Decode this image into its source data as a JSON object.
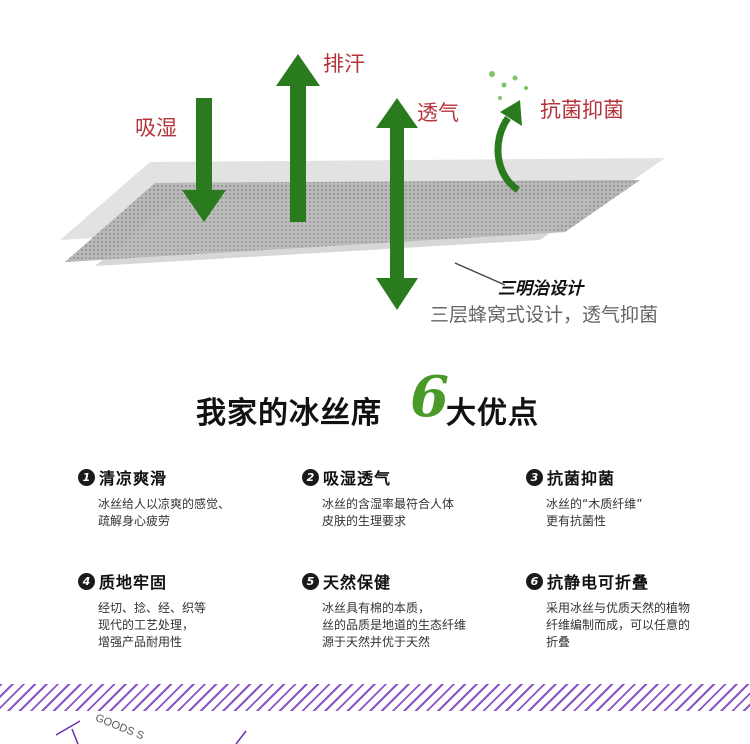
{
  "diagram": {
    "label_absorb": "吸湿",
    "label_sweat": "排汗",
    "label_breathe": "透气",
    "label_antibac": "抗菌抑菌",
    "design_title": "三明治设计",
    "design_desc": "三层蜂窝式设计，透气抑菌",
    "arrow_color": "#2a7a1e",
    "label_color": "#b5333a"
  },
  "heading": {
    "left": "我家的冰丝席",
    "number": "6",
    "right": "大优点"
  },
  "features": [
    {
      "num": "1",
      "title": "清凉爽滑",
      "desc": "冰丝给人以凉爽的感觉、\n疏解身心疲劳"
    },
    {
      "num": "2",
      "title": "吸湿透气",
      "desc": "冰丝的含湿率最符合人体\n皮肤的生理要求"
    },
    {
      "num": "3",
      "title": "抗菌抑菌",
      "desc": "冰丝的“木质纤维”\n更有抗菌性"
    },
    {
      "num": "4",
      "title": "质地牢固",
      "desc": "经切、捻、经、织等\n现代的工艺处理，\n增强产品耐用性"
    },
    {
      "num": "5",
      "title": "天然保健",
      "desc": "冰丝具有棉的本质，\n丝的品质是地道的生态纤维\n源于天然并优于天然"
    },
    {
      "num": "6",
      "title": "抗静电可折叠",
      "desc": "采用冰丝与优质天然的植物\n纤维编制而成，可以任意的\n折叠"
    }
  ],
  "footer": {
    "text": "GOODS S",
    "stripe_color": "#8a55c6"
  }
}
